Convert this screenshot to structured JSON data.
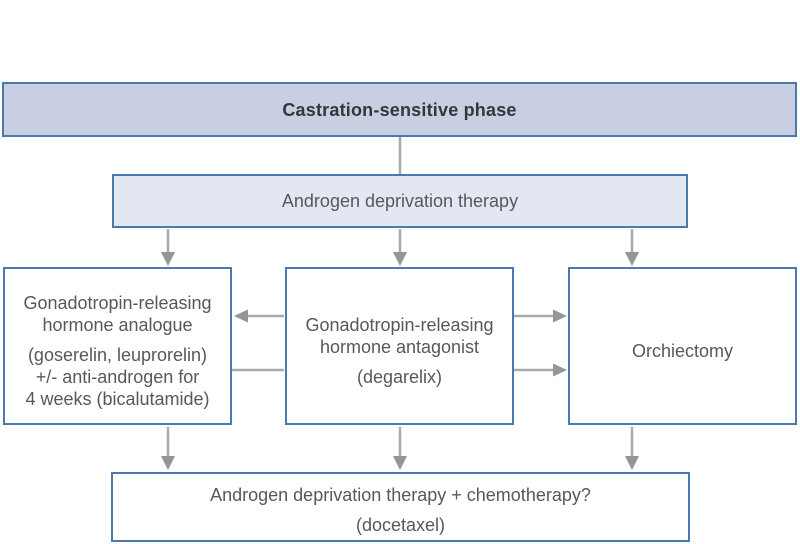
{
  "colors": {
    "canvas-bg": "#ffffff",
    "box-border": "#4a79ad",
    "header-fill": "#c9cfe2",
    "adt-fill": "#e3e7f2",
    "option-fill": "#ffffff",
    "header-text": "#33373c",
    "body-text": "#55585d",
    "connector": "#a8aaad",
    "arrowhead": "#939598"
  },
  "diagram": {
    "header": {
      "label": "Castration-sensitive phase"
    },
    "adt": {
      "label": "Androgen deprivation therapy"
    },
    "options": [
      {
        "name": "GnRH analogue",
        "main_lines": [
          "Gonadotropin-releasing",
          "hormone analogue"
        ],
        "detail_lines": [
          "(goserelin, leuprorelin)",
          "+/- anti-androgen for",
          "4 weeks (bicalutamide)"
        ]
      },
      {
        "name": "GnRH antagonist",
        "main_lines": [
          "Gonadotropin-releasing",
          "hormone antagonist"
        ],
        "detail_lines": [
          "(degarelix)"
        ]
      },
      {
        "name": "Orchiectomy",
        "main_lines": [
          "Orchiectomy"
        ],
        "detail_lines": []
      }
    ],
    "bottom": {
      "main_lines": [
        "Androgen deprivation therapy + chemotherapy?"
      ],
      "detail_lines": [
        "(docetaxel)"
      ]
    }
  }
}
